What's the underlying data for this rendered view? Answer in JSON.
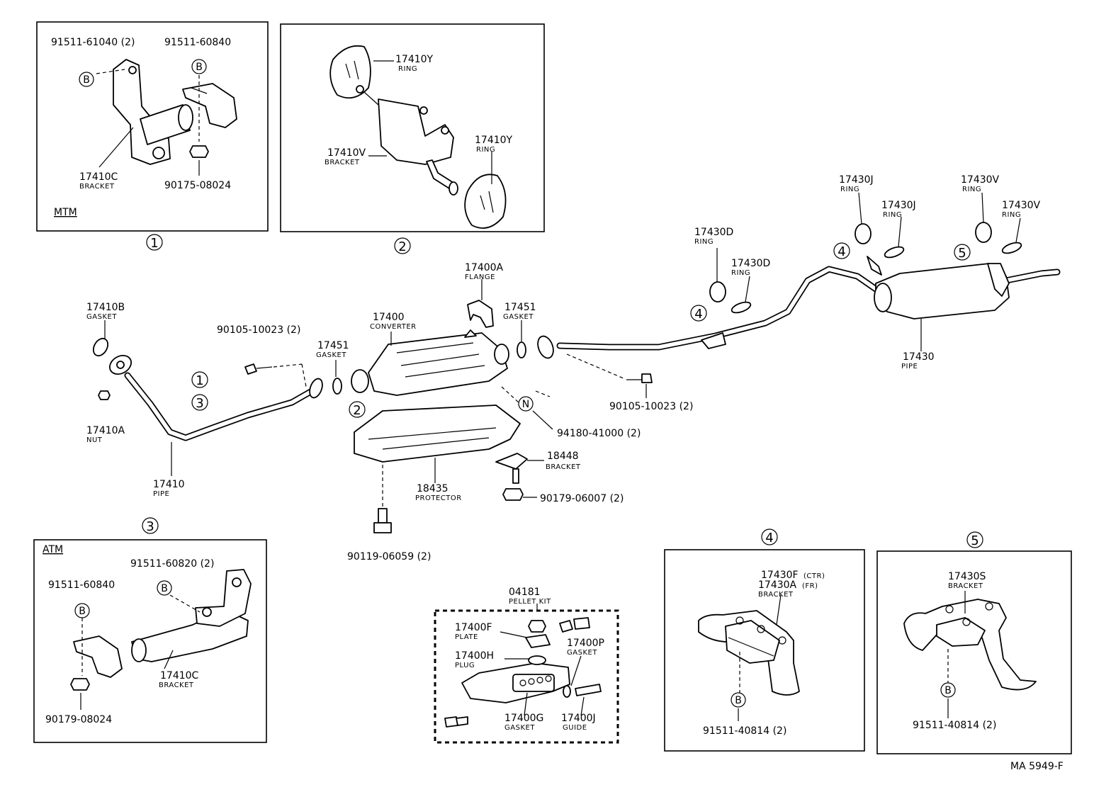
{
  "labels": {
    "p_91511_61040": "91511-61040 (2)",
    "p_91511_60840_a": "91511-60840",
    "p_17410c_a": "17410C",
    "sub_bracket_a": "BRACKET",
    "p_90175_08024": "90175-08024",
    "mtm": "MTM",
    "p_17410y_a": "17410Y",
    "sub_ring_a": "RING",
    "p_17410v": "17410V",
    "sub_bracket_b": "BRACKET",
    "p_17410y_b": "17410Y",
    "sub_ring_b": "RING",
    "p_17430j_a": "17430J",
    "sub_ring_c": "RING",
    "p_17430j_b": "17430J",
    "sub_ring_d": "RING",
    "p_17430v_a": "17430V",
    "sub_ring_e": "RING",
    "p_17430v_b": "17430V",
    "sub_ring_f": "RING",
    "p_17430d_a": "17430D",
    "sub_ring_g": "RING",
    "p_17430d_b": "17430D",
    "sub_ring_h": "RING",
    "p_17400a": "17400A",
    "sub_flange": "FLANGE",
    "p_17451_a": "17451",
    "sub_gasket_a": "GASKET",
    "p_17400": "17400",
    "sub_converter": "CONVERTER",
    "p_17410b": "17410B",
    "sub_gasket_b": "GASKET",
    "p_90105_10023_a": "90105-10023 (2)",
    "p_17451_b": "17451",
    "sub_gasket_c": "GASKET",
    "p_17430": "17430",
    "sub_pipe_a": "PIPE",
    "p_90105_10023_b": "90105-10023 (2)",
    "p_94180_41000": "94180-41000 (2)",
    "p_17410a": "17410A",
    "sub_nut": "NUT",
    "p_17410": "17410",
    "sub_pipe_b": "PIPE",
    "p_18448": "18448",
    "sub_bracket_c": "BRACKET",
    "p_18435": "18435",
    "sub_protector": "PROTECTOR",
    "p_90179_06007": "90179-06007 (2)",
    "p_90119_06059": "90119-06059 (2)",
    "atm": "ATM",
    "p_91511_60820": "91511-60820 (2)",
    "p_91511_60840_b": "91511-60840",
    "p_17410c_b": "17410C",
    "sub_bracket_d": "BRACKET",
    "p_90179_08024": "90179-08024",
    "p_04181": "04181",
    "sub_pellet_kit": "PELLET KIT",
    "p_17400f": "17400F",
    "sub_plate": "PLATE",
    "p_17400h": "17400H",
    "sub_plug": "PLUG",
    "p_17400p": "17400P",
    "sub_gasket_d": "GASKET",
    "p_17400g": "17400G",
    "sub_gasket_e": "GASKET",
    "p_17400j": "17400J",
    "sub_guide": "GUIDE",
    "p_17430f": "17430F",
    "sub_ctr": "(CTR)",
    "p_17430a": "17430A",
    "sub_fr": "(FR)",
    "sub_bracket_e": "BRACKET",
    "p_91511_40814_a": "91511-40814 (2)",
    "p_17430s": "17430S",
    "sub_bracket_f": "BRACKET",
    "p_91511_40814_b": "91511-40814 (2)",
    "fig_code": "MA 5949-F"
  },
  "markers": {
    "b": "B",
    "n": "N",
    "c1": "1",
    "c2": "2",
    "c3": "3",
    "c4": "4",
    "c5": "5"
  }
}
